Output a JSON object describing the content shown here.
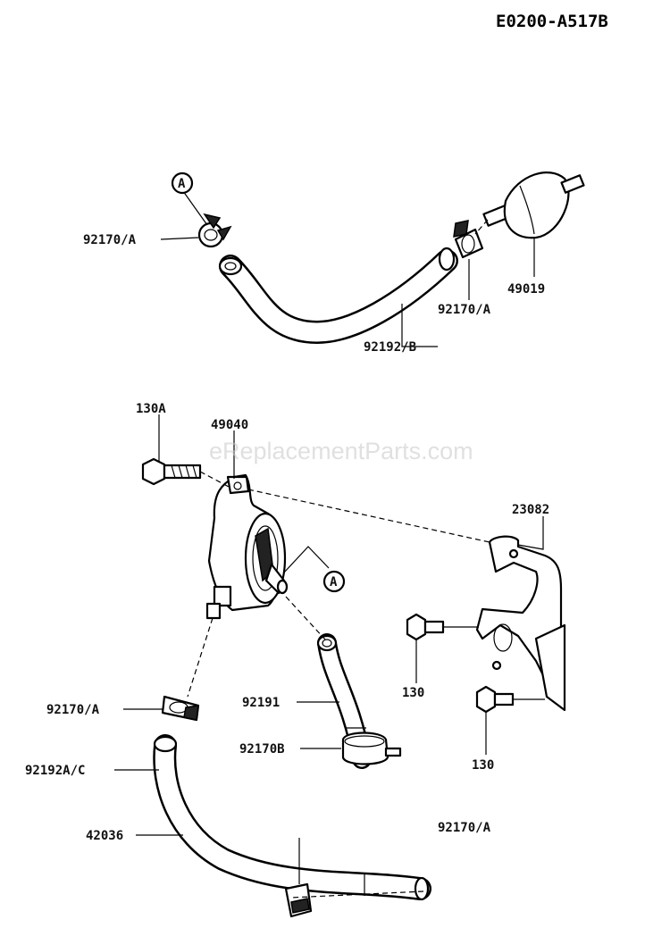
{
  "diagram_code": "E0200-A517B",
  "watermark": "eReplacementParts.com",
  "callout": "A",
  "labels": {
    "clamp_top_left": "92170/A",
    "clamp_top_right": "92170/A",
    "fuel_filter": "49019",
    "hose_top": "92192/B",
    "bolt_130a": "130A",
    "pump": "49040",
    "bracket": "23082",
    "bolt_130_upper": "130",
    "bolt_130_lower": "130",
    "clamp_mid": "92170/A",
    "hose_short": "92191",
    "clamp_b": "92170B",
    "hose_long_code": "92192A/C",
    "hose_long": "42036",
    "clamp_bottom": "92170/A"
  }
}
